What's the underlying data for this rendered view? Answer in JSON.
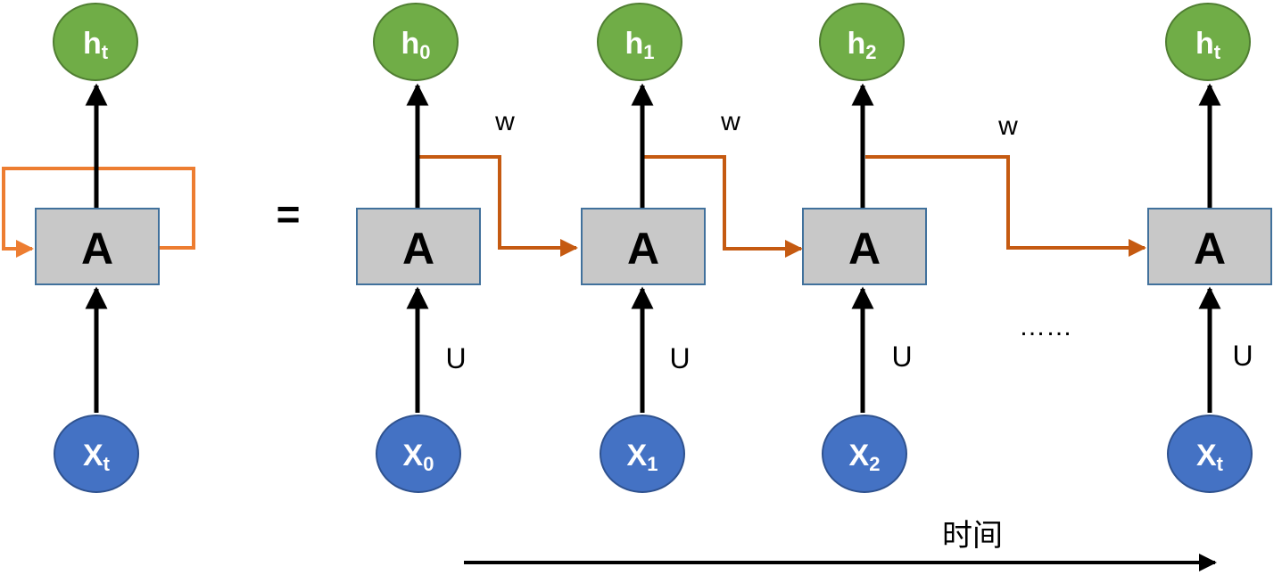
{
  "colors": {
    "output_node": "#70AD47",
    "output_node_stroke": "#507E32",
    "input_node": "#4472C4",
    "input_node_stroke": "#2F528F",
    "cell_fill": "#C8C8C8",
    "cell_stroke": "#41719C",
    "loop_edge": "#ED7D31",
    "recurrent_edge": "#C55A11",
    "arrow": "#000000"
  },
  "folded": {
    "cell_label": "A",
    "output": {
      "base": "h",
      "sub": "t"
    },
    "input": {
      "base": "X",
      "sub": "t"
    }
  },
  "equals": "=",
  "unrolled": [
    {
      "cell_label": "A",
      "output": {
        "base": "h",
        "sub": "0"
      },
      "input": {
        "base": "X",
        "sub": "0"
      },
      "input_weight": "U",
      "recurrent_weight": "w"
    },
    {
      "cell_label": "A",
      "output": {
        "base": "h",
        "sub": "1"
      },
      "input": {
        "base": "X",
        "sub": "1"
      },
      "input_weight": "U",
      "recurrent_weight": "w"
    },
    {
      "cell_label": "A",
      "output": {
        "base": "h",
        "sub": "2"
      },
      "input": {
        "base": "X",
        "sub": "2"
      },
      "input_weight": "U",
      "recurrent_weight": "w"
    },
    {
      "cell_label": "A",
      "output": {
        "base": "h",
        "sub": "t"
      },
      "input": {
        "base": "X",
        "sub": "t"
      },
      "input_weight": "U"
    }
  ],
  "ellipsis": "……",
  "time_axis_label": "时间"
}
